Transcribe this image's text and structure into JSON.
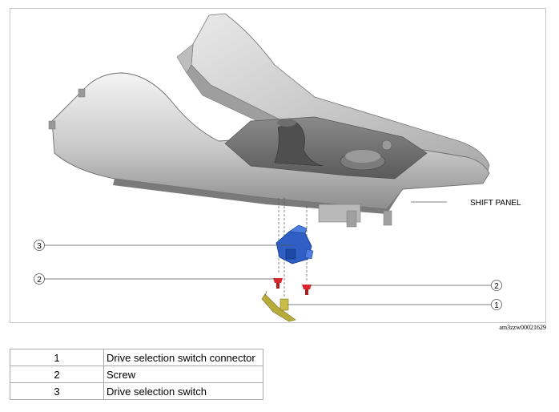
{
  "diagram": {
    "label_shift_panel": "SHIFT PANEL",
    "callouts": [
      "3",
      "2",
      "2",
      "1"
    ],
    "image_id": "am3zzw00021629"
  },
  "legend": {
    "rows": [
      {
        "number": "1",
        "description": "Drive selection switch connector"
      },
      {
        "number": "2",
        "description": "Screw"
      },
      {
        "number": "3",
        "description": "Drive selection switch"
      }
    ]
  },
  "colors": {
    "switch": "#2f5fc4",
    "screw": "#d9262b",
    "connector": "#b7ab3c",
    "panel": "#cfcfcf"
  }
}
